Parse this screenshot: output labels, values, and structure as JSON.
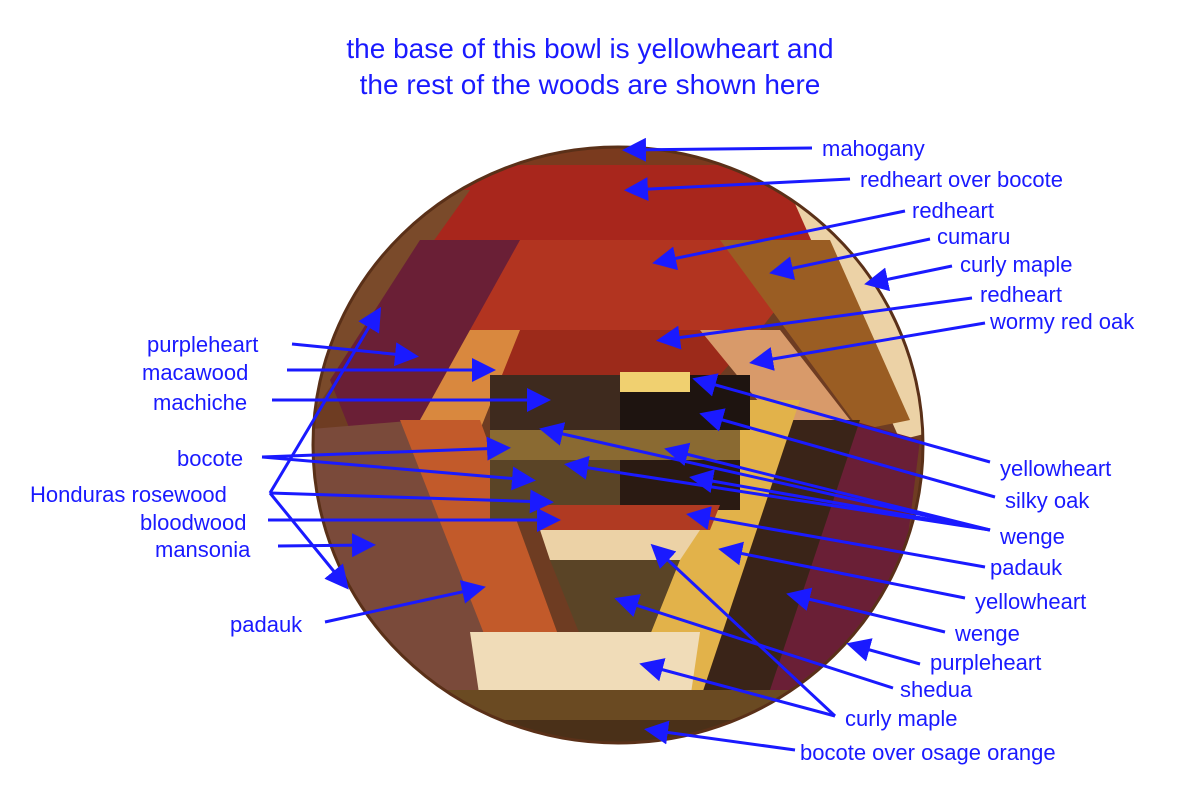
{
  "title": {
    "line1": "the base of this bowl is yellowheart and",
    "line2": "the rest of the woods are shown here"
  },
  "colors": {
    "label": "#1a1aff",
    "redheart": "#a8261c",
    "purpleheart": "#6a1f36",
    "curly_maple": "#ecd2a6",
    "cumaru": "#9a5d23",
    "yellowheart": "#e2b24a",
    "wenge": "#3a2418",
    "padauk": "#c25a2a",
    "mansonia": "#7a4a3a",
    "bocote": "#7a5a2a"
  },
  "labels_right": [
    "mahogany",
    "redheart over bocote",
    "redheart",
    "cumaru",
    "curly maple",
    "redheart",
    "wormy red oak",
    "yellowheart",
    "silky oak",
    "wenge",
    "padauk",
    "yellowheart",
    "wenge",
    "purpleheart",
    "shedua",
    "curly maple",
    "bocote over osage orange"
  ],
  "labels_left": [
    "purpleheart",
    "macawood",
    "machiche",
    "bocote",
    "Honduras rosewood",
    "bloodwood",
    "mansonia",
    "padauk"
  ]
}
